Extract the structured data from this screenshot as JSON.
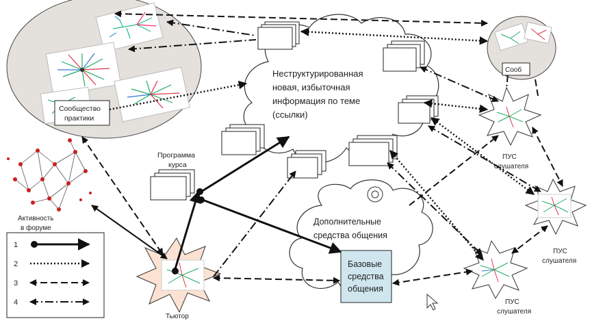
{
  "labels": {
    "cloud_main_line1": "Неструктурированная",
    "cloud_main_line2": "новая, избыточная",
    "cloud_main_line3": "информация по теме",
    "cloud_main_line4": "(ссылки)",
    "cloud_small_line1": "Дополнительные",
    "cloud_small_line2": "средства общения",
    "community_box_line1": "Сообщество",
    "community_box_line2": "практики",
    "soob_box": "Сооб",
    "program_line1": "Программа",
    "program_line2": "курса",
    "forum_line1": "Активность",
    "forum_line2": "в форуме",
    "base_line1": "Базовые",
    "base_line2": "средства",
    "base_line3": "общения",
    "tutor": "Тьютор",
    "pus1_line1": "ПУС",
    "pus1_line2": "слушателя",
    "pus2_line1": "ПУС",
    "pus2_line2": "слушателя",
    "pus3_line1": "ПУС",
    "pus3_line2": "слушателя"
  },
  "legend": [
    {
      "num": "1",
      "style": "solid-bold-dot"
    },
    {
      "num": "2",
      "style": "dotted"
    },
    {
      "num": "3",
      "style": "dashed"
    },
    {
      "num": "4",
      "style": "dash-dot"
    }
  ],
  "colors": {
    "line": "#111111",
    "community_circle": "#e4e0dc",
    "tutor_star": "#fbe2d2",
    "base_box": "#cfe6ee",
    "forum_node": "#cc1e1e"
  }
}
